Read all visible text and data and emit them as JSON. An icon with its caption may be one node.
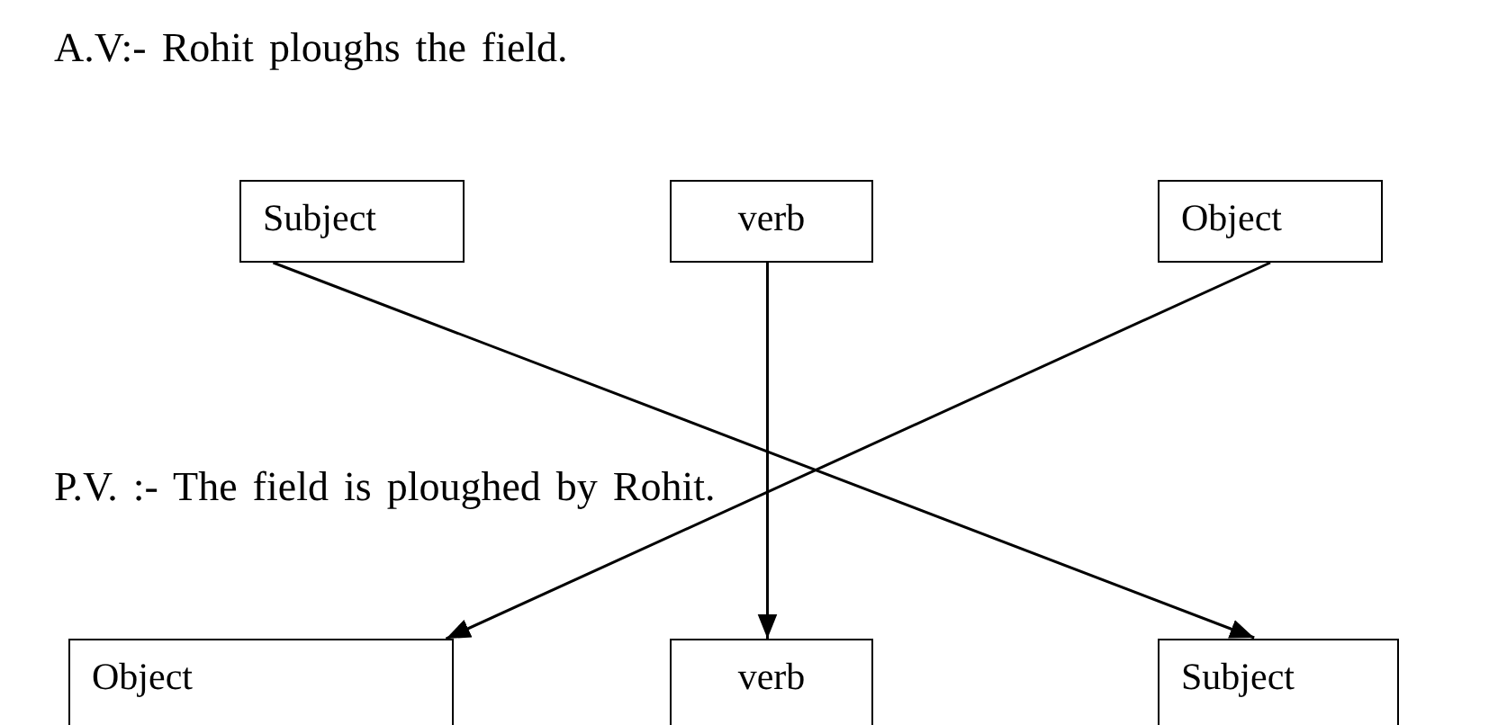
{
  "diagram": {
    "nodes": [
      {
        "text": [
          "Subject"
        ]
      },
      {
        "text": [
          "verb"
        ]
      },
      {
        "text": [
          "Object"
        ]
      },
      {
        "text": [
          "Object"
        ]
      },
      {
        "text": [
          "verb"
        ]
      },
      {
        "text": [
          "Subject"
        ]
      }
    ],
    "edges": [
      {
        "from": 0,
        "to": 5,
        "arrow": "to"
      },
      {
        "from": 1,
        "to": 4,
        "arrow": "to"
      },
      {
        "from": 2,
        "to": 3,
        "arrow": "to"
      }
    ],
    "labels": [
      "A.V:- Rohit ploughs the field.",
      "P.V. :- The field is ploughed by Rohit."
    ]
  }
}
